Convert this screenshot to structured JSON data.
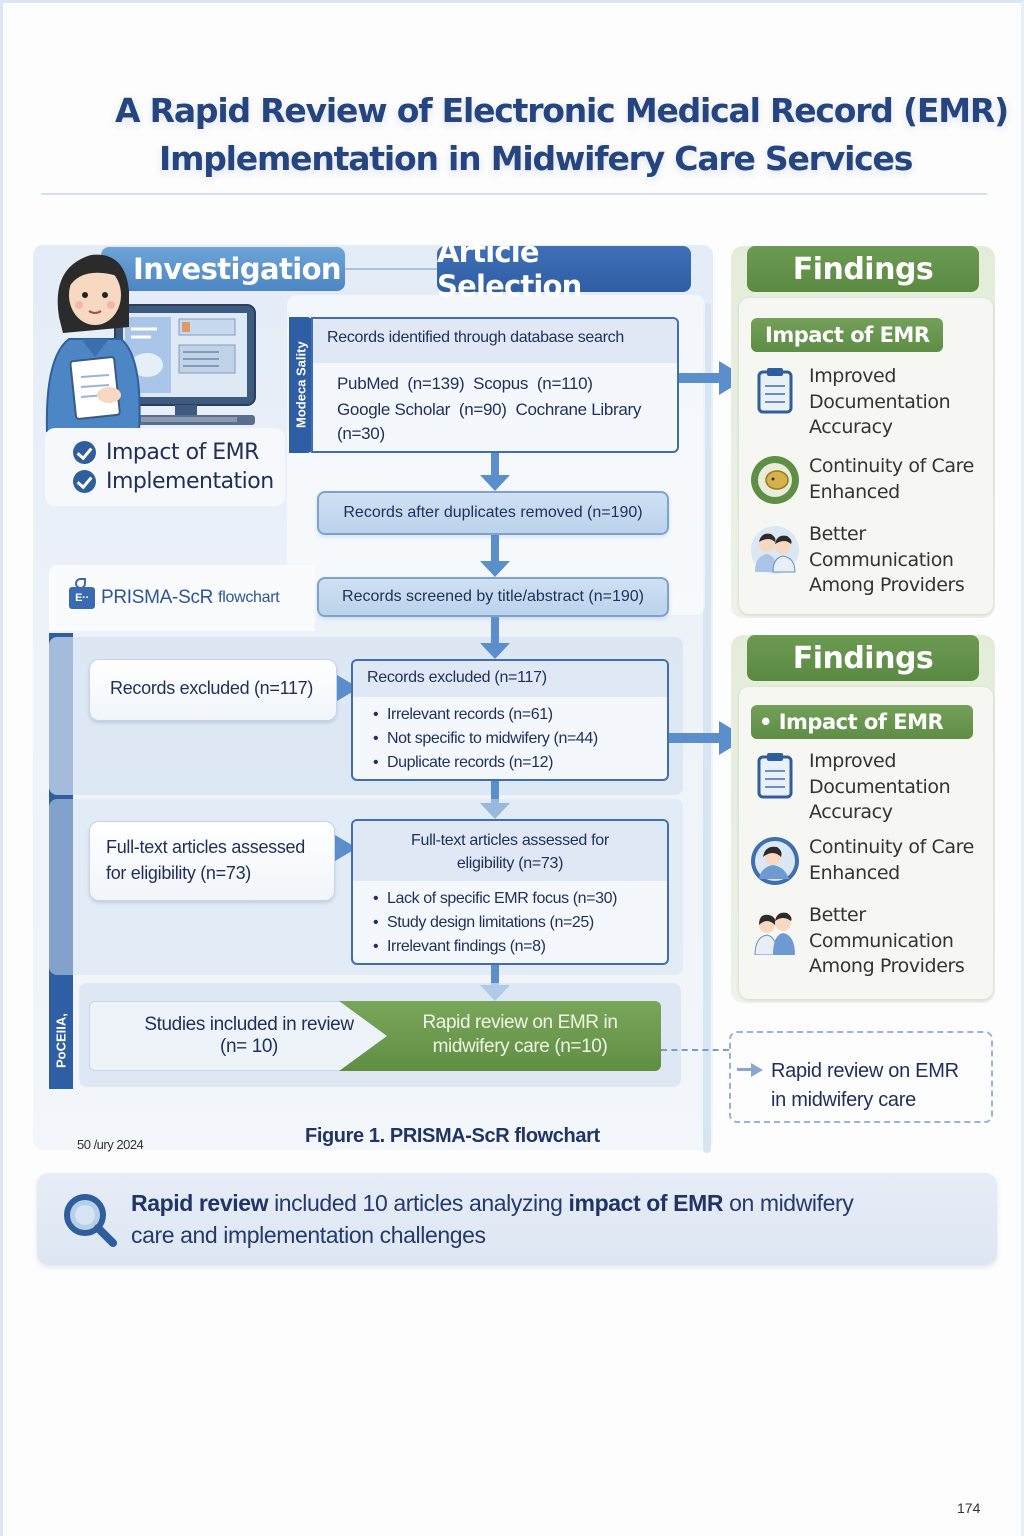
{
  "title": {
    "line1": "A Rapid Review of Electronic Medical Record (EMR)",
    "line2": "Implementation in Midwifery Care Services"
  },
  "sections": {
    "investigation": "Investigation",
    "article_selection": "Article Selection"
  },
  "investigation_checks": [
    "Impact of EMR",
    "Implementation"
  ],
  "side_labels": {
    "identification": "Modeca Sality",
    "screening": "PoCEIIA,"
  },
  "flow": {
    "identified": {
      "header": "Records identified through database search",
      "lines": [
        "PubMed  (n=139)  Scopus  (n=110)",
        "Google Scholar  (n=90)  Cochrane Library",
        "(n=30)"
      ]
    },
    "sources": [
      {
        "name": "PubMed",
        "n": 139
      },
      {
        "name": "Scopus",
        "n": 110
      },
      {
        "name": "Google Scholar",
        "n": 90
      },
      {
        "name": "Cochrane Library",
        "n": 30
      }
    ],
    "after_duplicates": "Records after duplicates removed (n=190)",
    "screened": "Records screened by title/abstract (n=190)",
    "prisma_label": "PRISMA-ScR",
    "prisma_label_suffix": "flowchart",
    "prisma_icon_text": "E··",
    "excluded_left": "Records excluded (n=117)",
    "excluded_box": {
      "header": "Records excluded (n=117)",
      "items": [
        "Irrelevant records (n=61)",
        "Not specific to midwifery (n=44)",
        "Duplicate records (n=12)"
      ]
    },
    "fulltext_left": {
      "line1": "Full-text articles assessed",
      "line2": "for eligibility (n=73)"
    },
    "fulltext_box": {
      "header_line1": "Full-text articles assessed for",
      "header_line2": "eligibility (n=73)",
      "items": [
        "Lack of specific EMR focus (n=30)",
        "Study design limitations (n=25)",
        "Irrelevant findings (n=8)"
      ]
    },
    "included_left": {
      "line1": "Studies included in review",
      "line2": "(n= 10)"
    },
    "included_right": {
      "line1": "Rapid review on EMR in",
      "line2": "midwifery care (n=10)"
    }
  },
  "dashed_note": {
    "line1": "Rapid review on EMR",
    "line2": "in midwifery care"
  },
  "date_note": "50 /ury 2024",
  "figure_caption": "Figure 1. PRISMA-ScR flowchart",
  "findings": [
    {
      "title": "Findings",
      "tag": "Impact of EMR",
      "items": [
        {
          "icon": "clipboard-icon",
          "lines": [
            "Improved",
            "Documentation",
            "Accuracy"
          ]
        },
        {
          "icon": "continuity-badge-icon",
          "lines": [
            "Continuity of Care",
            "Enhanced"
          ]
        },
        {
          "icon": "providers-icon",
          "lines": [
            "Better",
            "Communication",
            "Among Providers"
          ]
        }
      ]
    },
    {
      "title": "Findings",
      "tag": "• Impact of EMR",
      "items": [
        {
          "icon": "clipboard-icon",
          "lines": [
            "Improved",
            "Documentation",
            "Accuracy"
          ]
        },
        {
          "icon": "mother-care-icon",
          "lines": [
            "Continuity of Care",
            "Enhanced"
          ]
        },
        {
          "icon": "providers-icon",
          "lines": [
            "Better",
            "Communication",
            "Among Providers"
          ]
        }
      ]
    }
  ],
  "summary": {
    "bold1": "Rapid review",
    "text1": " included 10 articles analyzing ",
    "bold2": "impact of EMR",
    "text2": " on midwifery",
    "line2": "care and implementation challenges"
  },
  "page_number": "174",
  "colors": {
    "title_blue": "#24457f",
    "flow_blue": "#3f6fae",
    "arrow_blue": "#5a8fcb",
    "findings_green": "#5f8e45"
  }
}
